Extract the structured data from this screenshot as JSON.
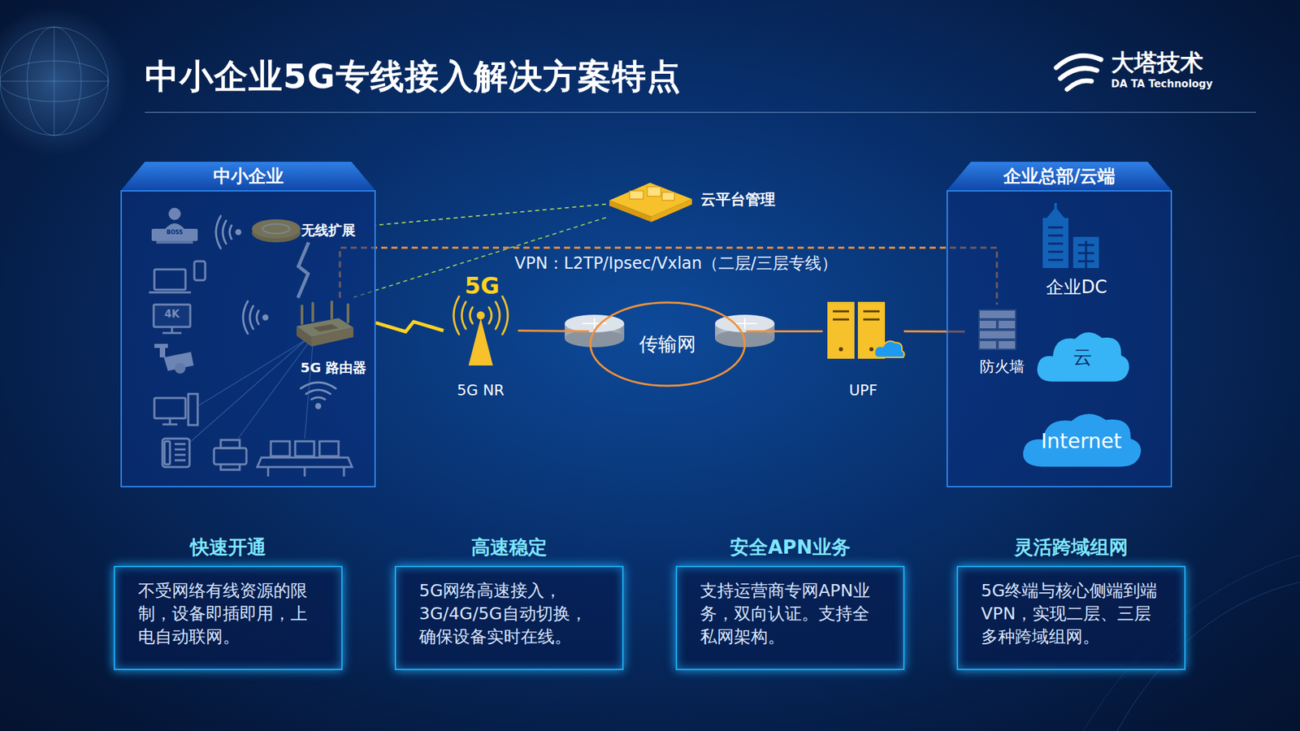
{
  "diagram": {
    "title": "中小企业5G专线接入解决方案特点",
    "nodes": [
      {
        "text": [
          "中小企业"
        ]
      },
      {
        "text": [
          "企业总部/云端"
        ]
      },
      {
        "text": [
          "无线扩展"
        ],
        "in": 0
      },
      {
        "text": [
          "5G 路由器"
        ],
        "in": 0
      },
      {
        "text": [
          "云平台管理"
        ]
      },
      {
        "text": [
          "5G NR"
        ]
      },
      {
        "text": [
          "传输网"
        ]
      },
      {
        "text": [
          "UPF"
        ]
      },
      {
        "text": [
          "防火墙"
        ],
        "in": 1
      },
      {
        "text": [
          "企业DC"
        ],
        "in": 1
      },
      {
        "text": [
          "云"
        ],
        "in": 1
      },
      {
        "text": [
          "Internet"
        ],
        "in": 1
      },
      {
        "text": [
          "快速开通",
          "不受网络有线资源的限制，设备即插即用，上电自动联网。"
        ]
      },
      {
        "text": [
          "高速稳定",
          "5G网络高速接入，3G/4G/5G自动切换，确保设备实时在线。"
        ]
      },
      {
        "text": [
          "安全APN业务",
          "支持运营商专网APN业务，双向认证。支持全私网架构。"
        ]
      },
      {
        "text": [
          "灵活跨域组网",
          "5G终端与核心侧端到端VPN，实现二层、三层多种跨域组网。"
        ]
      }
    ],
    "edges": [
      {
        "from": 3,
        "to": 5,
        "arrow": "none"
      },
      {
        "from": 5,
        "to": 6,
        "arrow": "none"
      },
      {
        "from": 6,
        "to": 7,
        "arrow": "none"
      },
      {
        "from": 7,
        "to": 8,
        "arrow": "none"
      },
      {
        "from": 3,
        "to": 8,
        "label": "VPN：L2TP/Ipsec/Vxlan（二层/三层专线）",
        "arrow": "none"
      },
      {
        "from": 4,
        "to": 2,
        "arrow": "none"
      },
      {
        "from": 4,
        "to": 3,
        "arrow": "none"
      },
      {
        "from": 2,
        "to": 3,
        "arrow": "none"
      }
    ],
    "labels": [
      "大塔技术",
      "DA TA Technology",
      "BOSS",
      "4K",
      "5G"
    ]
  }
}
